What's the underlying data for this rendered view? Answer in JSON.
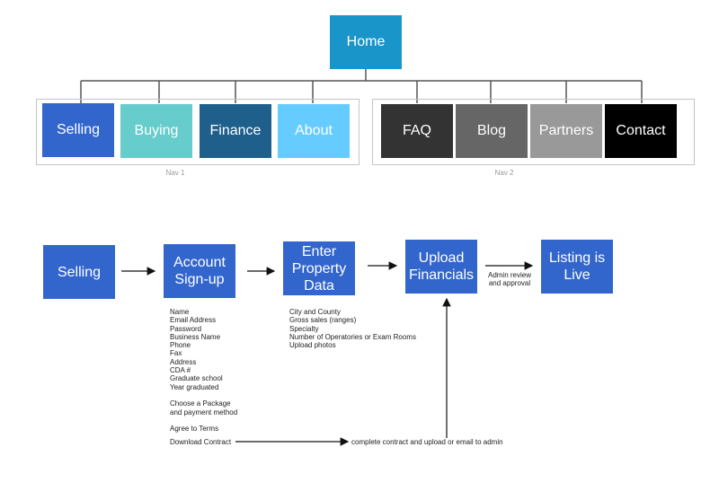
{
  "home": {
    "label": "Home",
    "color": "#1a95c9"
  },
  "nav1": {
    "caption": "Nav 1",
    "items": [
      {
        "label": "Selling",
        "color": "#3366cc"
      },
      {
        "label": "Buying",
        "color": "#66cccc"
      },
      {
        "label": "Finance",
        "color": "#1f5f8b"
      },
      {
        "label": "About",
        "color": "#66ccff"
      }
    ]
  },
  "nav2": {
    "caption": "Nav 2",
    "items": [
      {
        "label": "FAQ",
        "color": "#333333"
      },
      {
        "label": "Blog",
        "color": "#666666"
      },
      {
        "label": "Partners",
        "color": "#999999"
      },
      {
        "label": "Contact",
        "color": "#000000"
      }
    ]
  },
  "flow": {
    "steps": [
      {
        "label": "Selling"
      },
      {
        "label": "Account\nSign-up"
      },
      {
        "label": "Enter\nProperty\nData"
      },
      {
        "label": "Upload\nFinancials"
      },
      {
        "label": "Listing is\nLive"
      }
    ],
    "step_color": "#3366cc",
    "edge_label": "Admin review\nand approval",
    "signup_notes": "Name\nEmail Address\nPassword\nBusiness Name\nPhone\nFax\nAddress\nCDA #\nGraduate school\nYear graduated\n\nChoose a Package\nand payment method\n\nAgree to Terms",
    "download_contract": "Download Contract",
    "contract_note": "complete contract and upload or email to admin",
    "property_notes": "City and County\nGross sales (ranges)\nSpecialty\nNumber of Operatories or Exam Rooms\nUpload photos"
  }
}
